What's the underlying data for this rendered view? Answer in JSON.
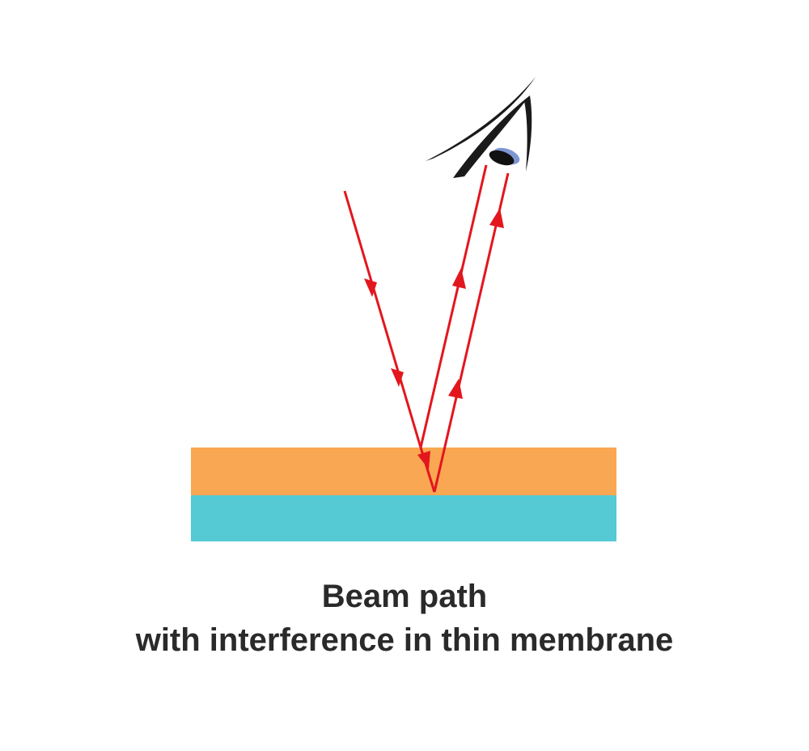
{
  "caption": {
    "line1": "Beam path",
    "line2": "with interference in thin membrane"
  },
  "colors": {
    "membrane_layer": "#f9a752",
    "substrate_layer": "#55c9d4",
    "beam": "#e3161e",
    "eye_outline": "#1a1a1a",
    "iris": "#7f96d4",
    "caption_text": "#2a2a2a"
  },
  "icons": {
    "observer": "eye-icon"
  },
  "beams": [
    {
      "role": "incident-beam",
      "direction": "downward"
    },
    {
      "role": "reflected-beam-top-surface",
      "direction": "upward"
    },
    {
      "role": "reflected-beam-bottom-surface",
      "direction": "upward"
    }
  ]
}
